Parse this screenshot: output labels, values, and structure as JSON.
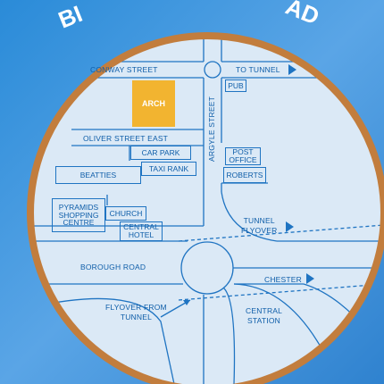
{
  "title": "BIRKENHEAD",
  "title_visible": [
    "BI",
    "AD"
  ],
  "colors": {
    "map_fill": "#dbe9f6",
    "ring": "#c27d3d",
    "road_line": "#1f74c2",
    "text": "#0f5ea9",
    "arch_fill": "#f2b430",
    "arch_text": "#ffffff"
  },
  "streets": {
    "conway": "CONWAY STREET",
    "to_tunnel": "TO TUNNEL",
    "oliver_east": "OLIVER STREET EAST",
    "argyle": "ARGYLE STREET",
    "borough": "BOROUGH ROAD",
    "tunnel_flyover": [
      "TUNNEL",
      "FLYOVER"
    ],
    "flyover_from_tunnel": [
      "FLYOVER FROM",
      "TUNNEL"
    ],
    "chester": "CHESTER"
  },
  "places": {
    "arch": "ARCH",
    "pub": "PUB",
    "car_park": "CAR PARK",
    "taxi_rank": "TAXI RANK",
    "beatties": "BEATTIES",
    "post_office": [
      "POST",
      "OFFICE"
    ],
    "roberts": "ROBERTS",
    "pyramids": [
      "PYRAMIDS",
      "SHOPPING",
      "CENTRE"
    ],
    "church": "CHURCH",
    "central_hotel": [
      "CENTRAL",
      "HOTEL"
    ],
    "central_station": [
      "CENTRAL",
      "STATION"
    ]
  }
}
